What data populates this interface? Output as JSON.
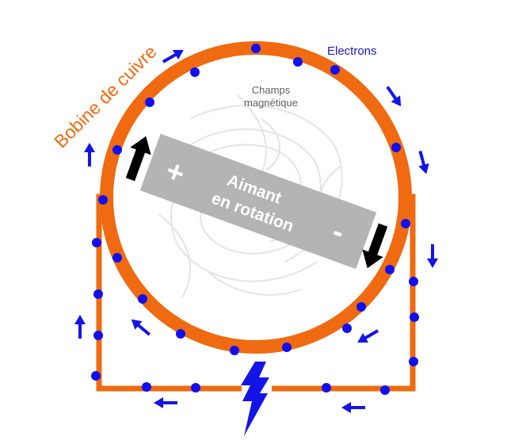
{
  "labels": {
    "coil": "Bobine de cuivre",
    "electrons": "Electrons",
    "field_line1": "Champs",
    "field_line2": "magnétique",
    "magnet_line1": "Aimant",
    "magnet_line2": "en rotation",
    "plus": "+",
    "minus": "-"
  },
  "colors": {
    "copper": "#EF6A10",
    "electron": "#1010EE",
    "arrow": "#1414E6",
    "magnet": "#B4B4B4",
    "magnet_text": "#FFFFFF",
    "field_lines": "#E4E4E4",
    "label_gray": "#606060",
    "coil_label": "#EF6A10",
    "electrons_label": "#1818CC",
    "polarity_arrow": "#000000",
    "spark": "#1414E6"
  },
  "icons": {
    "spark": "lightning-bolt-icon",
    "flow": "arrow-icon"
  }
}
